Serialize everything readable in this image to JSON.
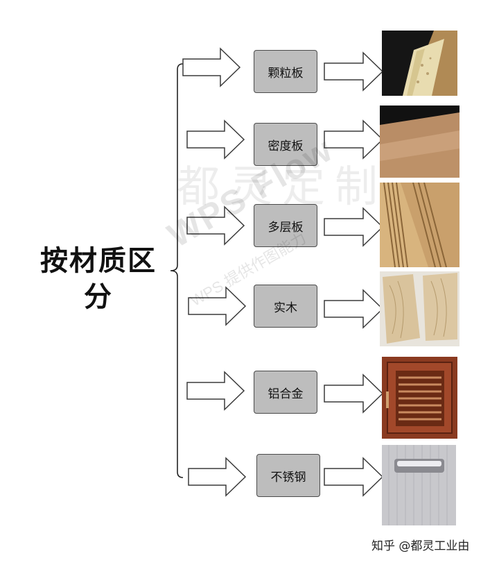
{
  "main_label": "按材质区分",
  "categories": [
    {
      "label": "颗粒板"
    },
    {
      "label": "密度板"
    },
    {
      "label": "多层板"
    },
    {
      "label": "实木"
    },
    {
      "label": "铝合金"
    },
    {
      "label": "不锈钢"
    }
  ],
  "watermarks": {
    "text_1": "都灵定制",
    "text_2": "WPS Flow",
    "text_3": "WPS 提供作图能力"
  },
  "credit": "知乎 @都灵工业由",
  "colors": {
    "box_fill": "#bdbdbd",
    "box_border": "#4a4a4a",
    "arrow_fill": "#ffffff",
    "arrow_stroke": "#3a3a3a",
    "bracket": "#222222"
  }
}
